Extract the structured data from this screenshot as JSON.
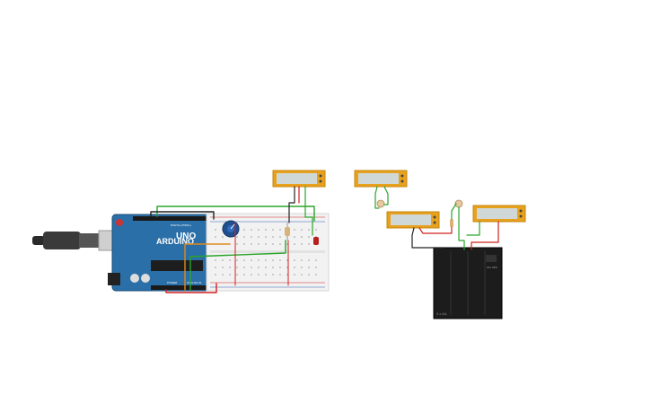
{
  "circuit": {
    "arduino": {
      "model_label": "UNO",
      "brand_label": "ARDUINO",
      "digital_label": "DIGITAL (PWM~)",
      "power_label": "POWER",
      "analog_label": "ANALOG IN",
      "board_color": "#2a6fa8"
    },
    "battery_pack": {
      "label": "4 x AA",
      "switch_on": "ON",
      "switch_off": "OFF"
    },
    "colors": {
      "lcd_frame": "#e8a11c",
      "lcd_screen": "#cfd8d6",
      "wire_red": "#d22020",
      "wire_green": "#2aa52a",
      "wire_black": "#222222",
      "wire_orange": "#e08a1a",
      "breadboard": "#f2f2f2"
    },
    "icons": [
      "usb-cable-icon",
      "potentiometer-icon",
      "photoresistor-icon",
      "resistor-icon",
      "led-icon",
      "battery-pack-icon"
    ]
  }
}
